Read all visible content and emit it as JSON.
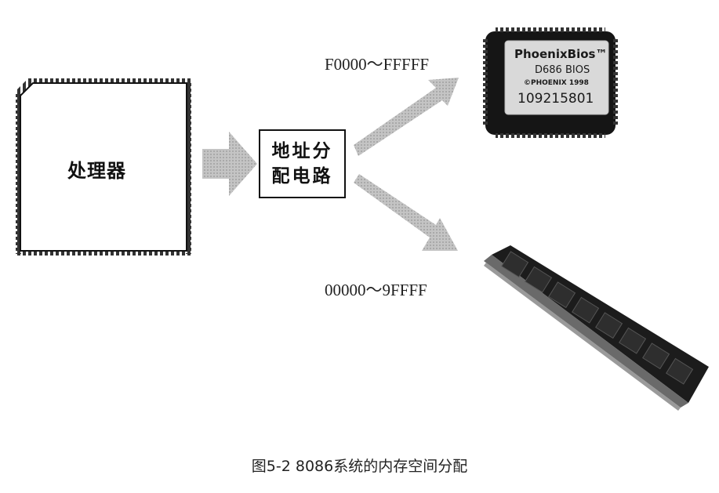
{
  "processor": {
    "label": "处理器"
  },
  "address_circuit": {
    "line1": "地址分",
    "line2": "配电路"
  },
  "bios_range": "F0000～FFFFF",
  "ram_range": "00000～9FFFF",
  "bios_chip": {
    "brand": "PhoenixBios™",
    "model": "D686 BIOS",
    "copyright": "©PHOENIX 1998",
    "serial": "109215801"
  },
  "caption": "图5-2    8086系统的内存空间分配"
}
